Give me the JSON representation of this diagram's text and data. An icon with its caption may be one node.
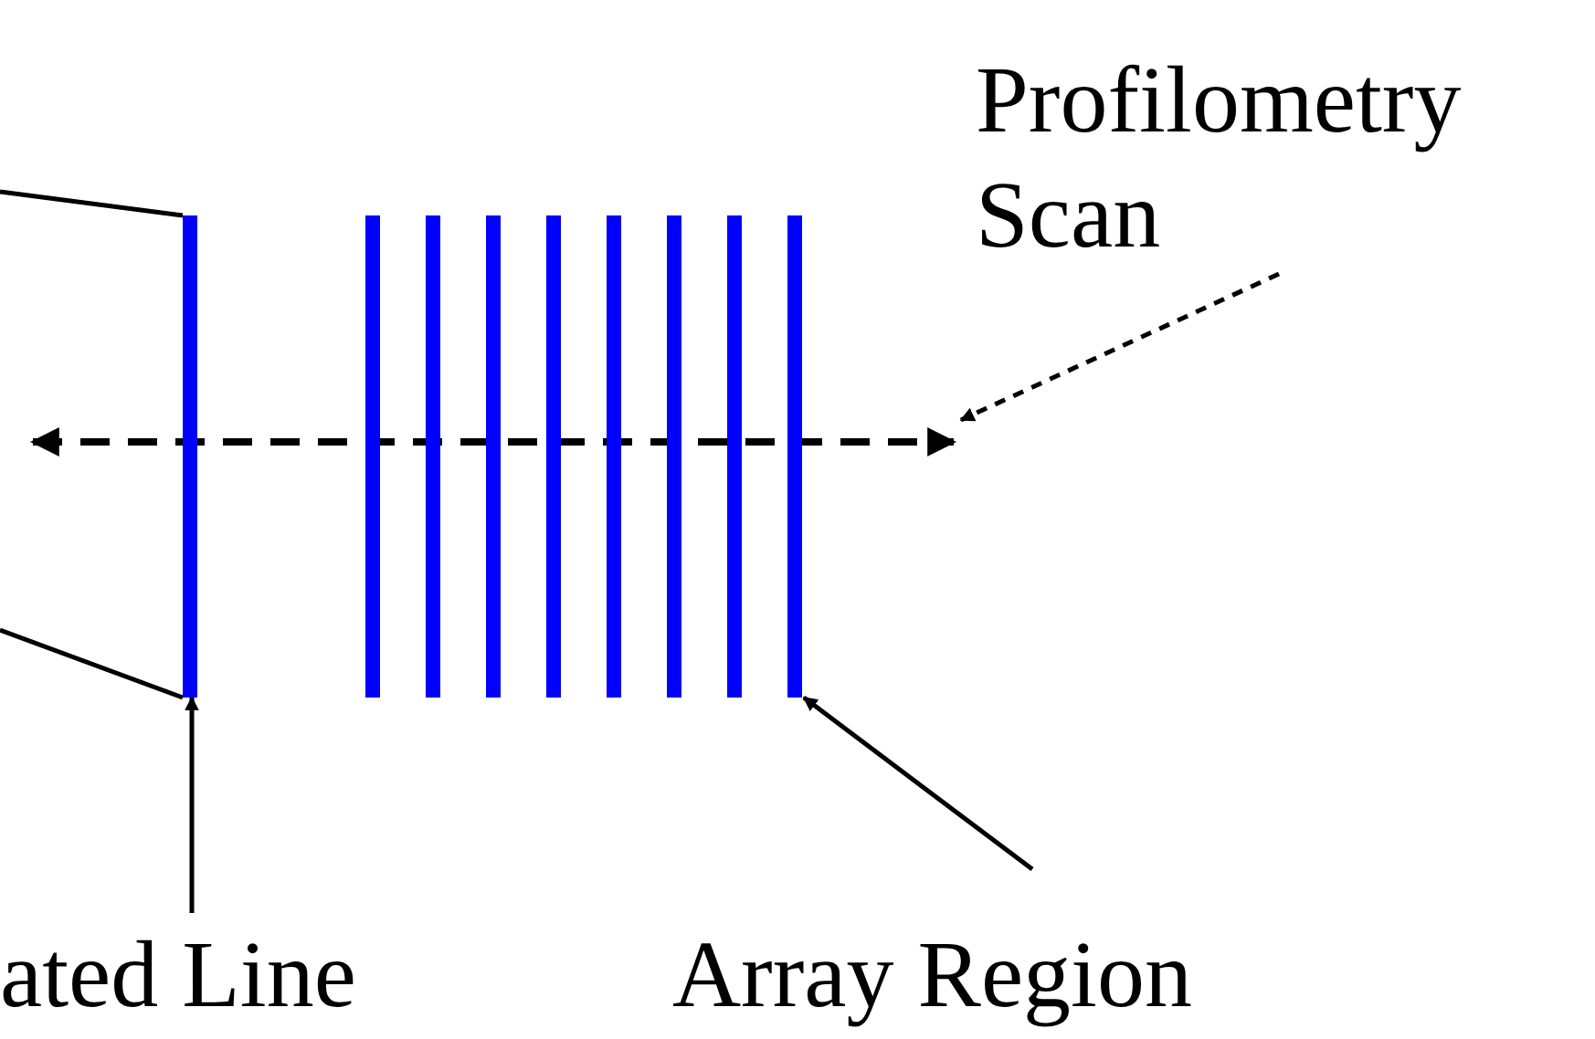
{
  "diagram": {
    "nodes": [
      {
        "text": [
          "Profilometry Scan"
        ]
      },
      {
        "text": [],
        "shape": "line"
      },
      {
        "text": [],
        "shape": "bar"
      },
      {
        "text": [],
        "shape": "bar"
      },
      {
        "text": [
          "ated Line"
        ]
      },
      {
        "text": [
          "Array Region"
        ]
      }
    ],
    "edges": [
      {
        "from": 0,
        "to": 1,
        "arrow": "to",
        "style": "dashed"
      },
      {
        "from": 4,
        "to": 2,
        "arrow": "to"
      },
      {
        "from": 5,
        "to": 3,
        "arrow": "to"
      },
      {
        "from": null,
        "to": 2,
        "arrow": "none"
      },
      {
        "from": null,
        "to": 2,
        "arrow": "none"
      }
    ]
  }
}
